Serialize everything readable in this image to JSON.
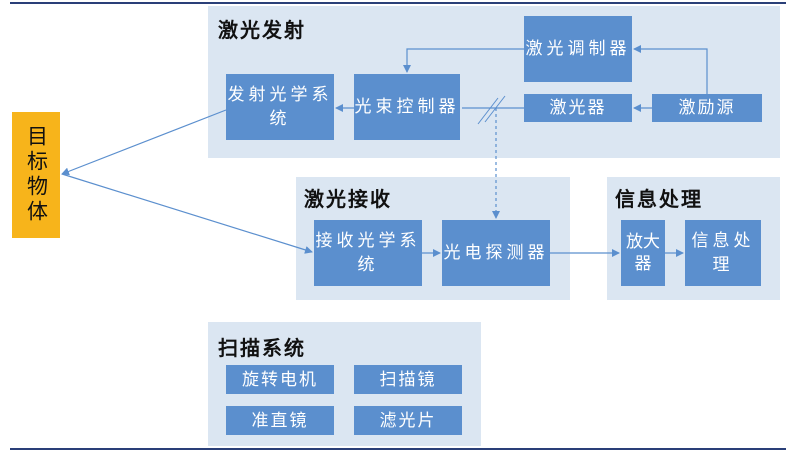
{
  "target": "目标物体",
  "groups": {
    "emit": "激光发射",
    "receive": "激光接收",
    "process": "信息处理",
    "scan": "扫描系统"
  },
  "boxes": {
    "modulator": "激光调制器",
    "beam_control": "光束控制器",
    "emit_optics": "发射光学系统",
    "laser": "激光器",
    "exciter": "激励源",
    "recv_optics": "接收光学系统",
    "detector": "光电探测器",
    "amplifier": "放大器",
    "info_process": "信息处理",
    "rotary_motor": "旋转电机",
    "scan_mirror": "扫描镜",
    "collimator": "准直镜",
    "filter": "滤光片"
  },
  "colors": {
    "box": "#5b8fce",
    "group": "#dbe6f2",
    "target": "#f7b41b",
    "rule": "#2a3f78"
  }
}
